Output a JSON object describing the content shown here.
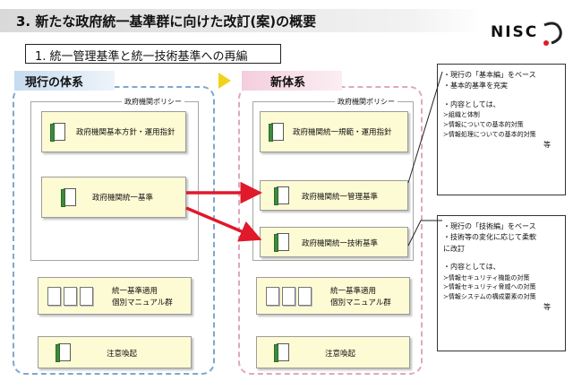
{
  "title": "3. 新たな政府統一基準群に向けた改訂(案)の概要",
  "logo_text": "NISC",
  "subtitle": "1. 統一管理基準と統一技術基準への再編",
  "current": {
    "label": "現行の体系",
    "policy_label": "政府機関ポリシー",
    "box1": "政府機関基本方針・運用指針",
    "box2": "政府機関統一基準",
    "manual_line1": "統一基準適用",
    "manual_line2": "個別マニュアル群",
    "caution": "注意喚起"
  },
  "new": {
    "label": "新体系",
    "policy_label": "政府機関ポリシー",
    "box1": "政府機関統一規範・運用指針",
    "box2": "政府機関統一管理基準",
    "box3": "政府機関統一技術基準",
    "manual_line1": "統一基準適用",
    "manual_line2": "個別マニュアル群",
    "caution": "注意喚起"
  },
  "note_management": {
    "line1": "・現行の「基本編」をベース",
    "line2": "・基本的基準を充実",
    "line3": "・内容としては、",
    "bullets": [
      "≻組織と体制",
      "≻情報についての基本的対策",
      "≻情報処理についての基本的対策"
    ],
    "etc": "等"
  },
  "note_technical": {
    "line1": "・現行の「技術編」をベース",
    "line2": "・技術等の変化に応じて柔軟",
    "line2b": "に改訂",
    "line3": "・内容としては、",
    "bullets": [
      "≻情報セキュリティ機能の対策",
      "≻情報セキュリティ脅威への対策",
      "≻情報システムの構成要素の対策"
    ],
    "etc": "等"
  },
  "colors": {
    "arrow": "#e0192b",
    "current_frame": "#7fa6cf",
    "new_frame": "#e0a7c2",
    "box_fill": "#fdfbd3",
    "triangle": "#f2d21a"
  }
}
